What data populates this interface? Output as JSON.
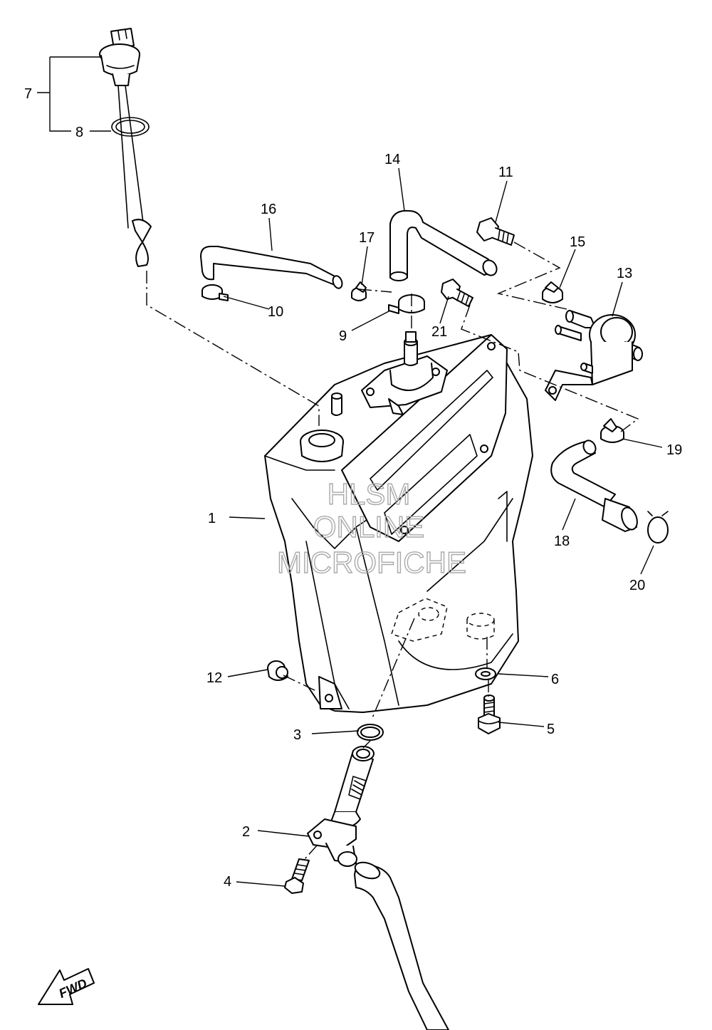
{
  "callouts": [
    {
      "id": "1",
      "label": "1"
    },
    {
      "id": "2",
      "label": "2"
    },
    {
      "id": "3",
      "label": "3"
    },
    {
      "id": "4",
      "label": "4"
    },
    {
      "id": "5",
      "label": "5"
    },
    {
      "id": "6",
      "label": "6"
    },
    {
      "id": "7",
      "label": "7"
    },
    {
      "id": "8",
      "label": "8"
    },
    {
      "id": "9",
      "label": "9"
    },
    {
      "id": "10",
      "label": "10"
    },
    {
      "id": "11",
      "label": "11"
    },
    {
      "id": "12",
      "label": "12"
    },
    {
      "id": "13",
      "label": "13"
    },
    {
      "id": "14",
      "label": "14"
    },
    {
      "id": "15",
      "label": "15"
    },
    {
      "id": "16",
      "label": "16"
    },
    {
      "id": "17",
      "label": "17"
    },
    {
      "id": "18",
      "label": "18"
    },
    {
      "id": "19",
      "label": "19"
    },
    {
      "id": "20",
      "label": "20"
    },
    {
      "id": "21",
      "label": "21"
    }
  ],
  "watermark": {
    "line1": "HLSM",
    "line2": "ONLINE",
    "line3": "MICROFICHE",
    "color": "#a9a9a9"
  },
  "fwd_badge": {
    "text": "FWD"
  }
}
